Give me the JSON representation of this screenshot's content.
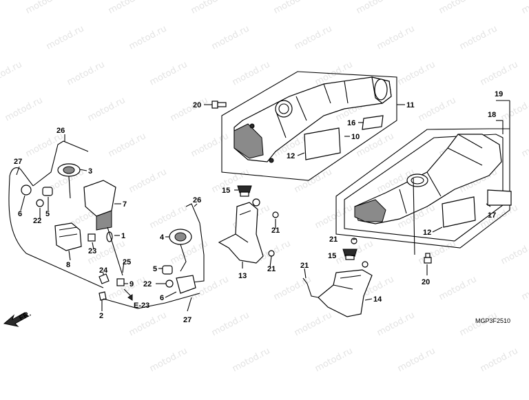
{
  "watermark": "motod.ru",
  "catalog_code": "MGP3F2510",
  "direction_label": "FR.",
  "ref_label": "E-23",
  "callouts": {
    "c1": "1",
    "c2": "2",
    "c3": "3",
    "c4": "4",
    "c5a": "5",
    "c5b": "5",
    "c6a": "6",
    "c6b": "6",
    "c7": "7",
    "c8": "8",
    "c9": "9",
    "c10": "10",
    "c11": "11",
    "c12a": "12",
    "c12b": "12",
    "c13": "13",
    "c14": "14",
    "c15a": "15",
    "c15b": "15",
    "c16": "16",
    "c17": "17",
    "c18": "18",
    "c19": "19",
    "c20a": "20",
    "c20b": "20",
    "c21a": "21",
    "c21b": "21",
    "c21c": "21",
    "c21d": "21",
    "c22a": "22",
    "c22b": "22",
    "c23": "23",
    "c24": "24",
    "c25": "25",
    "c26a": "26",
    "c26b": "26",
    "c27a": "27",
    "c27b": "27"
  }
}
